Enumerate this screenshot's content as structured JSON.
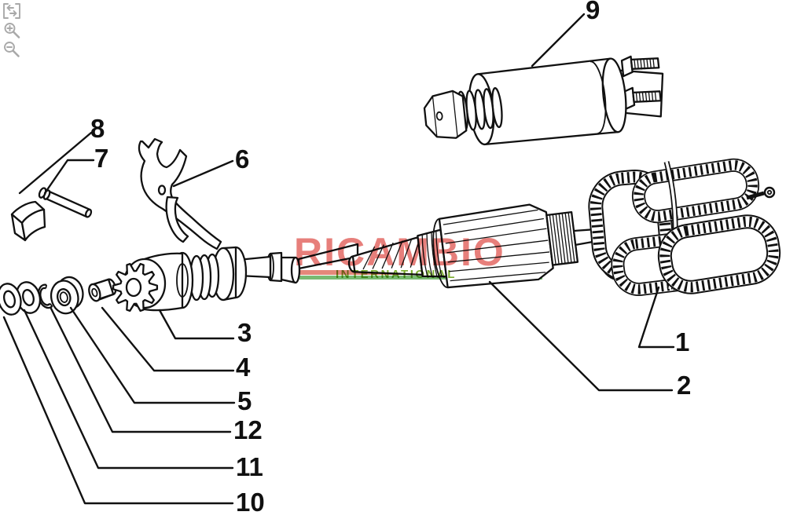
{
  "toolbar": {
    "icons": [
      {
        "name": "fit-width"
      },
      {
        "name": "zoom-in"
      },
      {
        "name": "zoom-out"
      }
    ]
  },
  "watermark": {
    "title": "RICAMBIO",
    "subtitle": "INTERNATIONAL",
    "title_color": "#e2635e",
    "subtitle_color": "#7bad2d",
    "underline_red": "#dd6a58",
    "underline_green": "#57a94f"
  },
  "callouts": [
    {
      "num": "1"
    },
    {
      "num": "2"
    },
    {
      "num": "3"
    },
    {
      "num": "4"
    },
    {
      "num": "5"
    },
    {
      "num": "6"
    },
    {
      "num": "7"
    },
    {
      "num": "8"
    },
    {
      "num": "9"
    },
    {
      "num": "10"
    },
    {
      "num": "11"
    },
    {
      "num": "12"
    }
  ],
  "colors": {
    "line": "#111111",
    "background": "#ffffff",
    "icon_gray": "#a9a9a9"
  }
}
